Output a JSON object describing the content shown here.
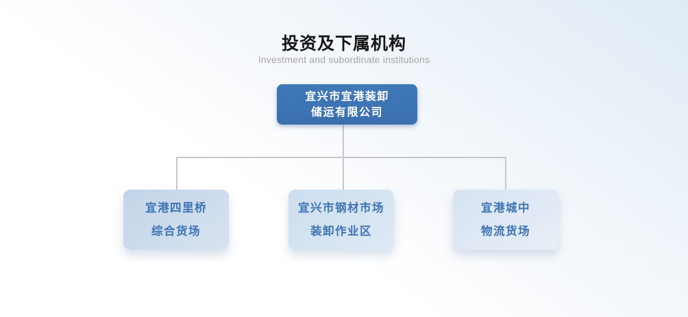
{
  "header": {
    "title": "投资及下属机构",
    "subtitle": "Investment and subordinate institutions"
  },
  "org_chart": {
    "root": {
      "name_line1": "宜兴市宜港装卸",
      "name_line2": "储运有限公司"
    },
    "children": [
      {
        "name_line1": "宜港四里桥",
        "name_line2": "综合货场"
      },
      {
        "name_line1": "宜兴市钢材市场",
        "name_line2": "装卸作业区"
      },
      {
        "name_line1": "宜港城中",
        "name_line2": "物流货场"
      }
    ]
  },
  "colors": {
    "root-box": "#3a6fae",
    "child-text": "#3d74b3",
    "connector": "#c5c7c9",
    "title-text": "#161616",
    "subtitle-text": "#a6a6a6",
    "bg-tint": "#e0ebf5"
  }
}
